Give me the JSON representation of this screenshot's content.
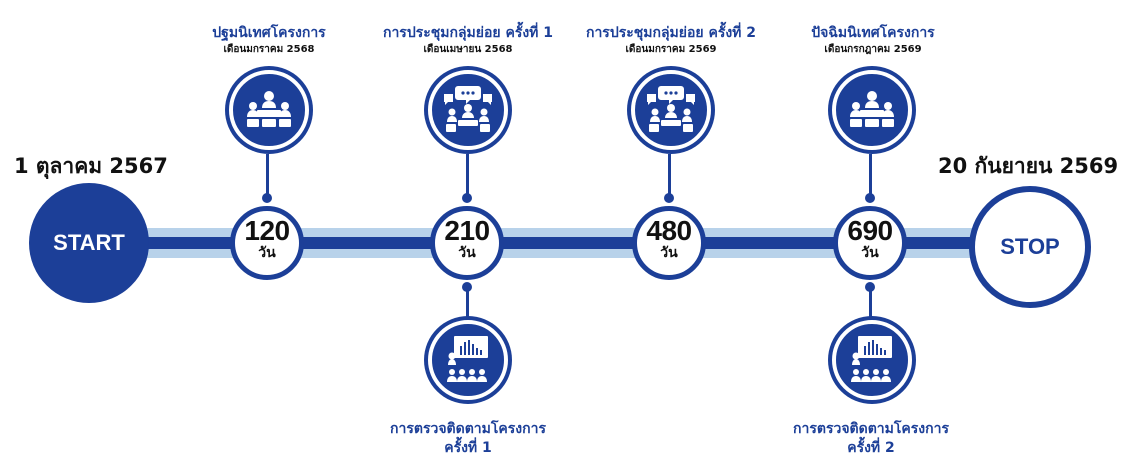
{
  "start": {
    "label": "START",
    "date": "1 ตุลาคม 2567"
  },
  "stop": {
    "label": "STOP",
    "date": "20 กันยายน 2569"
  },
  "day_unit": "วัน",
  "markers": [
    {
      "days": "120"
    },
    {
      "days": "210"
    },
    {
      "days": "480"
    },
    {
      "days": "690"
    }
  ],
  "events_top": [
    {
      "title": "ปฐมนิเทศโครงการ",
      "date": "เดือนมกราคม 2568",
      "icon": "meeting-icon"
    },
    {
      "title": "การประชุมกลุ่มย่อย ครั้งที่ 1",
      "date": "เดือนเมษายน 2568",
      "icon": "discussion-icon"
    },
    {
      "title": "การประชุมกลุ่มย่อย ครั้งที่ 2",
      "date": "เดือนมกราคม 2569",
      "icon": "discussion-icon"
    },
    {
      "title": "ปัจฉิมนิเทศโครงการ",
      "date": "เดือนกรกฎาคม 2569",
      "icon": "meeting-icon"
    }
  ],
  "events_bottom": [
    {
      "title_line1": "การตรวจติดตามโครงการ",
      "title_line2": "ครั้งที่ 1",
      "icon": "presentation-icon"
    },
    {
      "title_line1": "การตรวจติดตามโครงการ",
      "title_line2": "ครั้งที่ 2",
      "icon": "presentation-icon"
    }
  ],
  "colors": {
    "primary": "#1c3f98",
    "track_light": "#b8d2ea",
    "text": "#111111"
  }
}
